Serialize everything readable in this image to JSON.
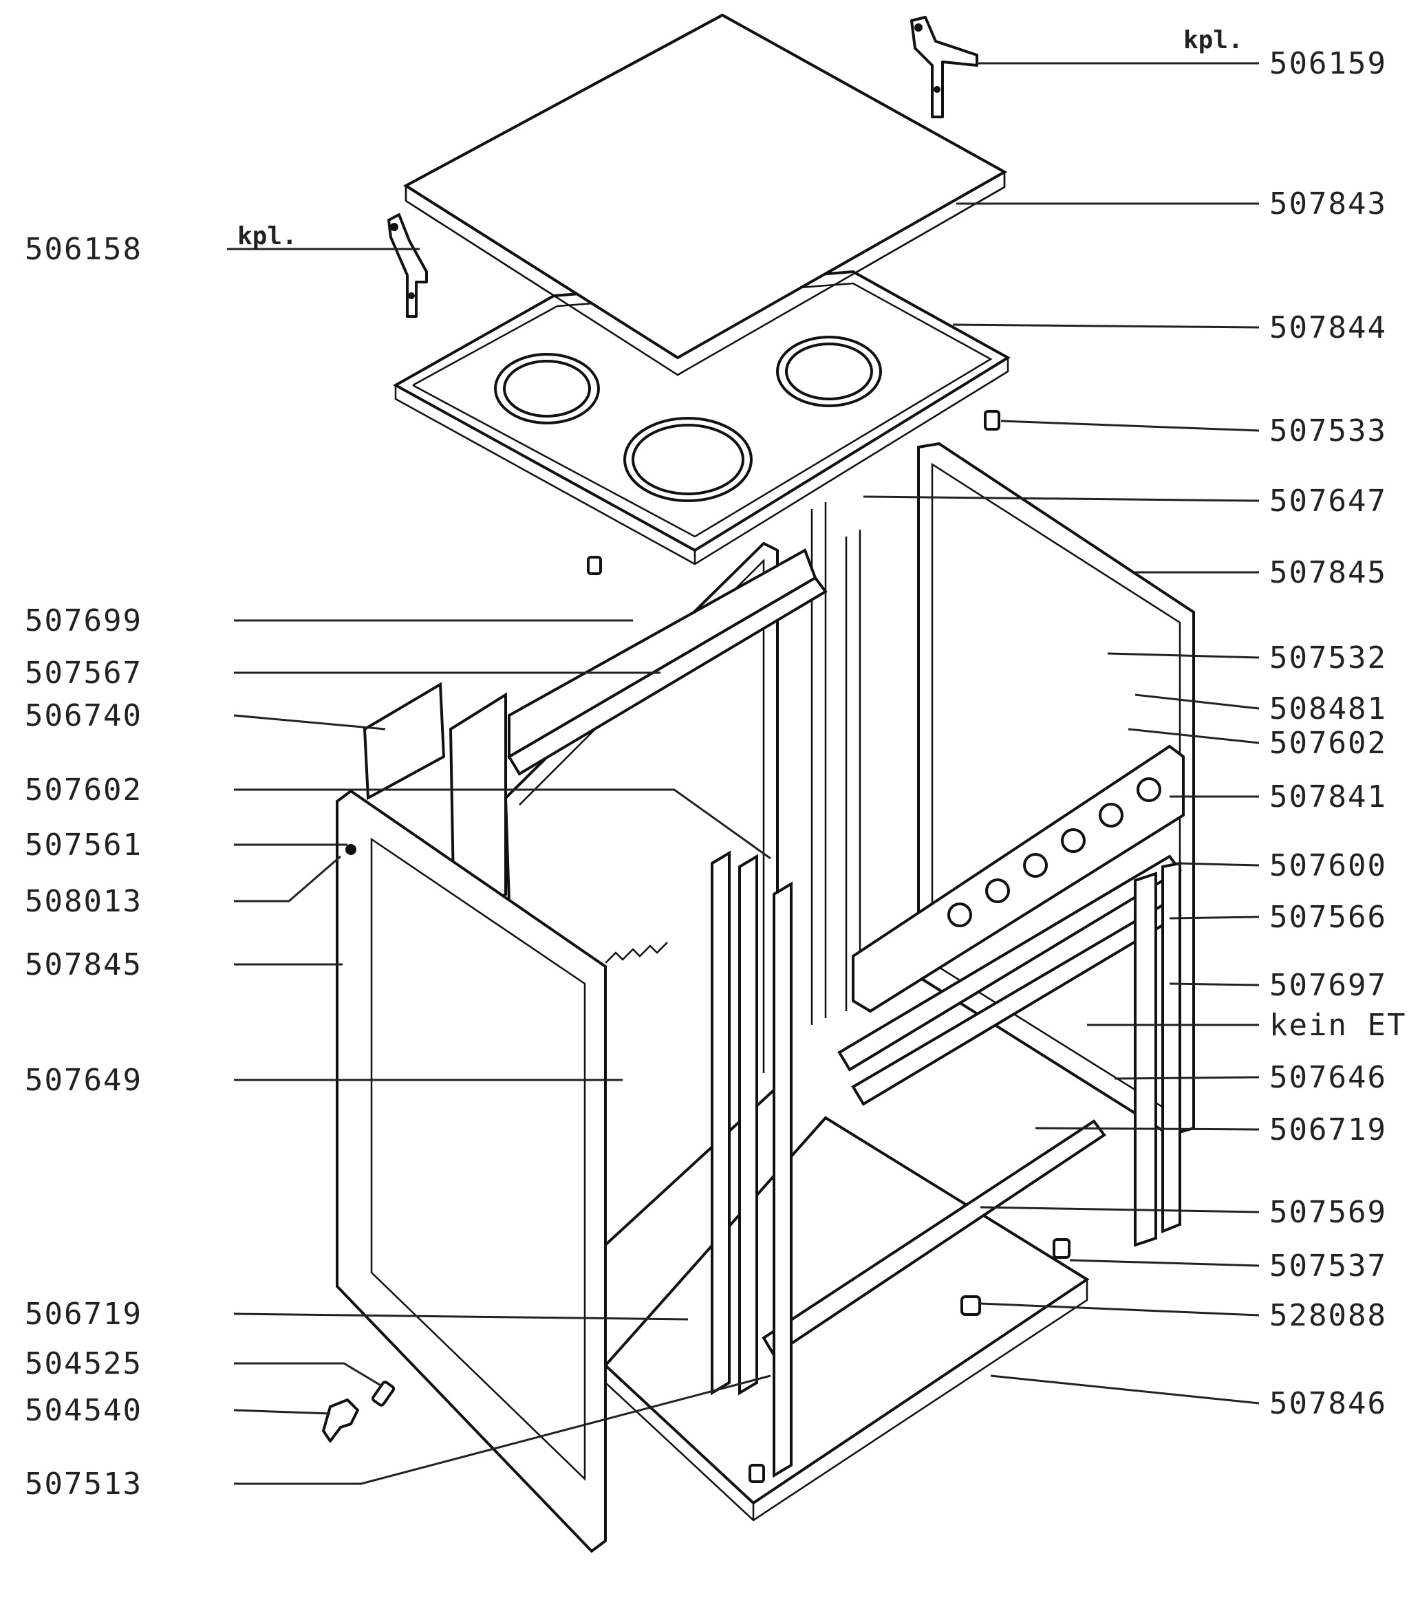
{
  "left_labels": [
    {
      "id": "l-506158",
      "text": "506158"
    },
    {
      "id": "l-507699",
      "text": "507699"
    },
    {
      "id": "l-507567",
      "text": "507567"
    },
    {
      "id": "l-506740",
      "text": "506740"
    },
    {
      "id": "l-507602",
      "text": "507602"
    },
    {
      "id": "l-507561",
      "text": "507561"
    },
    {
      "id": "l-508013",
      "text": "508013"
    },
    {
      "id": "l-507845",
      "text": "507845"
    },
    {
      "id": "l-507649",
      "text": "507649"
    },
    {
      "id": "l-506719",
      "text": "506719"
    },
    {
      "id": "l-504525",
      "text": "504525"
    },
    {
      "id": "l-504540",
      "text": "504540"
    },
    {
      "id": "l-507513",
      "text": "507513"
    }
  ],
  "right_labels": [
    {
      "id": "r-506159",
      "text": "506159"
    },
    {
      "id": "r-507843",
      "text": "507843"
    },
    {
      "id": "r-507844",
      "text": "507844"
    },
    {
      "id": "r-507533",
      "text": "507533"
    },
    {
      "id": "r-507647",
      "text": "507647"
    },
    {
      "id": "r-507845",
      "text": "507845"
    },
    {
      "id": "r-507532",
      "text": "507532"
    },
    {
      "id": "r-508481",
      "text": "508481"
    },
    {
      "id": "r-507602",
      "text": "507602"
    },
    {
      "id": "r-507841",
      "text": "507841"
    },
    {
      "id": "r-507600",
      "text": "507600"
    },
    {
      "id": "r-507566",
      "text": "507566"
    },
    {
      "id": "r-507697",
      "text": "507697"
    },
    {
      "id": "r-kein-et",
      "text": "kein ET"
    },
    {
      "id": "r-507646",
      "text": "507646"
    },
    {
      "id": "r-506719",
      "text": "506719"
    },
    {
      "id": "r-507569",
      "text": "507569"
    },
    {
      "id": "r-507537",
      "text": "507537"
    },
    {
      "id": "r-528088",
      "text": "528088"
    },
    {
      "id": "r-507846",
      "text": "507846"
    }
  ],
  "notes": {
    "kpl_right": "kpl.",
    "kpl_left": "kpl."
  }
}
